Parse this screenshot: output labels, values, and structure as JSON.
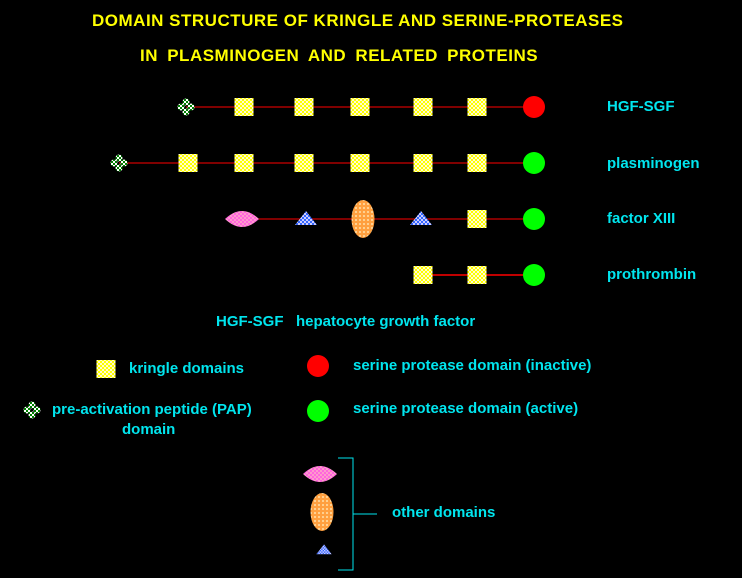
{
  "title": {
    "line1": "DOMAIN  STRUCTURE OF KRINGLE AND SERINE-PROTEASES",
    "line2": "IN PLASMINOGEN  AND  RELATED  PROTEINS"
  },
  "proteins": [
    {
      "name": "HGF-SGF",
      "domains": [
        "pap",
        "kringle",
        "kringle",
        "kringle",
        "kringle",
        "kringle",
        "protease-inactive"
      ]
    },
    {
      "name": "plasminogen",
      "domains": [
        "pap",
        "kringle",
        "kringle",
        "kringle",
        "kringle",
        "kringle",
        "kringle",
        "protease-active"
      ]
    },
    {
      "name": "factor XIII",
      "domains": [
        "pink-lens",
        "triangle",
        "orange-oval",
        "triangle",
        "kringle",
        "protease-active"
      ]
    },
    {
      "name": "prothrombin",
      "domains": [
        "kringle",
        "kringle",
        "protease-active"
      ]
    }
  ],
  "abbreviation": "HGF-SGF   hepatocyte growth factor",
  "legend": {
    "kringle": "kringle domains",
    "pap_line1": "pre-activation peptide (PAP)",
    "pap_line2": "domain",
    "inactive": "serine protease domain (inactive)",
    "active": "serine protease domain (active)",
    "other": "other domains"
  },
  "colors": {
    "title": "#ffff00",
    "text": "#00e5ee",
    "line": "#ff0000",
    "inactive": "#ff0000",
    "active": "#00ff00"
  }
}
